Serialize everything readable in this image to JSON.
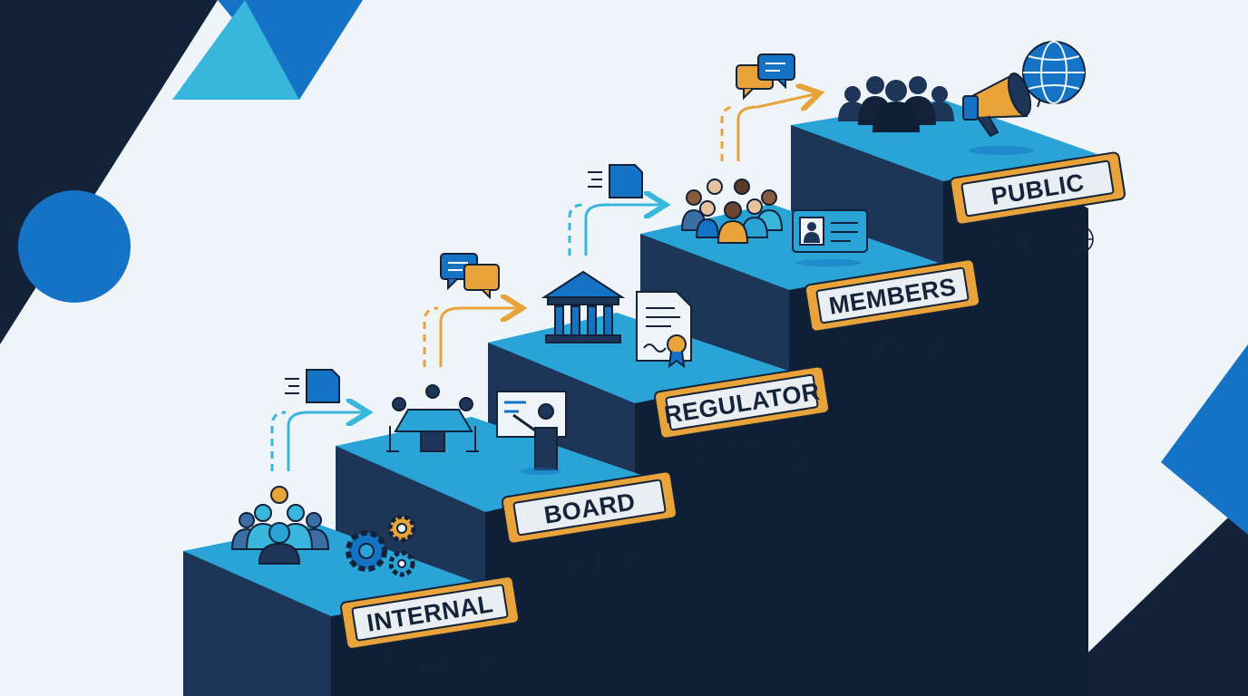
{
  "palette": {
    "navy": "#132238",
    "step_front": "#1d3557",
    "step_side": "#0f1f36",
    "step_top": "#2aa3d6",
    "accent_blue": "#1473c4",
    "light_blue": "#38b6dc",
    "orange": "#e8a33a",
    "label_fill": "#e9eef2",
    "background": "#eef4f8"
  },
  "stages": [
    {
      "id": "internal",
      "label": "INTERNAL",
      "icons": [
        "team-icon",
        "gears-icon"
      ],
      "legend_icons": [
        "team-icon",
        "gears-icon"
      ],
      "connector_icons": [
        "document-icon"
      ]
    },
    {
      "id": "board",
      "label": "BOARD",
      "icons": [
        "meeting-table-icon",
        "presentation-icon"
      ],
      "legend_icons": [
        "meeting-table-icon",
        "presentation-icon"
      ],
      "connector_icons": [
        "chat-bubbles-icon"
      ]
    },
    {
      "id": "regulator",
      "label": "REGULATOR",
      "icons": [
        "government-building-icon",
        "certificate-icon"
      ],
      "legend_icons": [
        "government-building-icon",
        "certificate-icon"
      ],
      "connector_icons": [
        "document-icon"
      ]
    },
    {
      "id": "members",
      "label": "MEMBERS",
      "icons": [
        "people-group-icon",
        "member-id-card-icon"
      ],
      "legend_icons": [
        "people-group-icon",
        "member-id-card-icon"
      ],
      "connector_icons": [
        "chat-bubbles-icon"
      ]
    },
    {
      "id": "public",
      "label": "PUBLIC",
      "icons": [
        "crowd-icon",
        "megaphone-icon",
        "globe-icon"
      ],
      "legend_icons": [
        "megaphone-icon",
        "globe-icon"
      ],
      "connector_icons": []
    }
  ]
}
